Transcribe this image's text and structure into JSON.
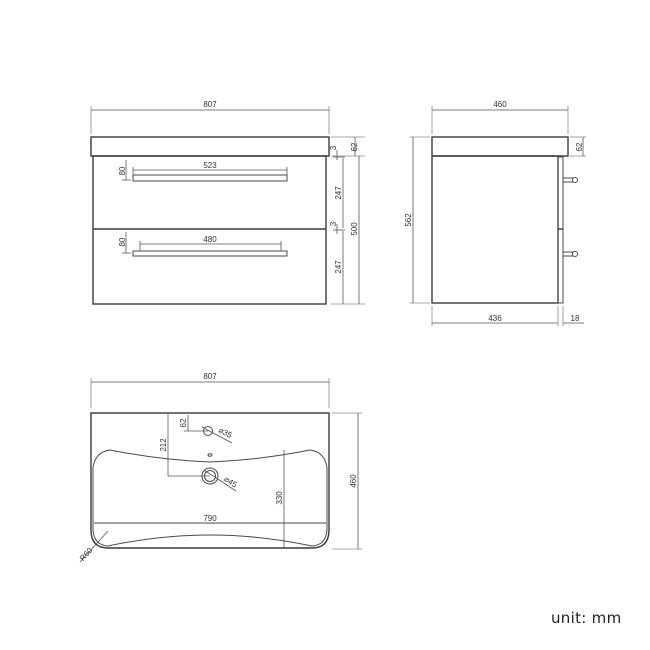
{
  "unit_label": "unit: mm",
  "front_view": {
    "overall_width": "807",
    "top_thickness": "62",
    "gap_top": "3",
    "gap_mid": "3",
    "drawer_height_top": "247",
    "drawer_height_bottom": "247",
    "cabinet_height": "500",
    "handle_top_length": "523",
    "handle_bottom_length": "480",
    "handle_top_offset": "80",
    "handle_bottom_offset": "80"
  },
  "side_view": {
    "overall_depth": "460",
    "top_thickness": "62",
    "overall_height": "562",
    "body_depth": "436",
    "door_thickness": "18"
  },
  "top_view": {
    "overall_width": "807",
    "overall_depth": "460",
    "basin_width": "790",
    "basin_depth": "330",
    "tap_hole_offset": "62",
    "waste_offset": "212",
    "tap_hole_diameter": "⌀35",
    "waste_diameter": "⌀45",
    "corner_radius": "R60"
  },
  "colors": {
    "line": "#4a4a4a",
    "text": "#333333",
    "background": "#ffffff"
  }
}
